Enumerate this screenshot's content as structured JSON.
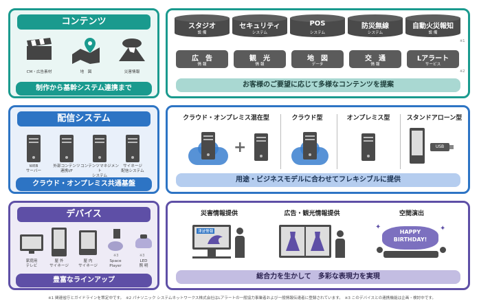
{
  "contents": {
    "title": "コンテンツ",
    "icons": [
      {
        "label": "CM・広告素材",
        "icon": "clapperboard-icon"
      },
      {
        "label": "地　図",
        "icon": "map-pin-icon"
      },
      {
        "label": "災害情報",
        "icon": "volcano-icon"
      }
    ],
    "bar": "制作から基幹システム連携まで",
    "cylinders": [
      {
        "t1": "スタジオ",
        "t2": "設 備"
      },
      {
        "t1": "セキュリティ",
        "t2": "システム"
      },
      {
        "t1": "POS",
        "t2": "システム"
      },
      {
        "t1": "防災無線",
        "t2": "システム"
      },
      {
        "t1": "自動火災報知",
        "t2": "設 備"
      }
    ],
    "tiles": [
      {
        "t1": "広　告",
        "t2": "情 報"
      },
      {
        "t1": "観　光",
        "t2": "情 報"
      },
      {
        "t1": "地　図",
        "t2": "データ"
      },
      {
        "t1": "交　通",
        "t2": "情 報"
      },
      {
        "t1": "Lアラート",
        "t2": "サービス"
      }
    ],
    "note1": "※1",
    "note2": "※2",
    "proposal": "お客様のご要望に応じて多様なコンテンツを提案"
  },
  "delivery": {
    "title": "配信システム",
    "servers": [
      {
        "label1": "WEB",
        "label2": "サーバー"
      },
      {
        "label1": "外部コンテンツ",
        "label2": "連携I/F"
      },
      {
        "label1": "コンテンツマネジメント",
        "label2": "システム"
      },
      {
        "label1": "サイネージ",
        "label2": "配信システム"
      }
    ],
    "bar": "クラウド・オンプレミス共通基盤",
    "types": [
      "クラウド・オンプレミス混在型",
      "クラウド型",
      "オンプレミス型",
      "スタンドアローン型"
    ],
    "plus": "+",
    "usb": "USB",
    "proposal": "用途・ビジネスモデルに合わせてフレキシブルに提供"
  },
  "device": {
    "title": "デバイス",
    "items": [
      {
        "label1": "家庭用",
        "label2": "テレビ"
      },
      {
        "label1": "屋 外",
        "label2": "サイネージ"
      },
      {
        "label1": "屋 内",
        "label2": "サイネージ"
      },
      {
        "label1": "Space",
        "label2": "Player"
      },
      {
        "label1": "LED",
        "label2": "照 明"
      }
    ],
    "note3a": "※3",
    "note3b": "※3",
    "bar": "豊富なラインアップ",
    "cases": [
      "災害情報提供",
      "広告・観光情報提供",
      "空間演出"
    ],
    "warning": "津波警報",
    "birthday1": "HAPPY",
    "birthday2": "BIRTHDAY!",
    "proposal": "総合力を生かして　多彩な表現力を実現"
  },
  "footnote": "※1 関連省庁とガイドラインを策定中です。　※2 パナソニック システムネットワークス株式会社はLアラートの一般協力事業者および一般情報伝達者に登録されています。　※3 このデバイスとの連携機能は企画・検討中です。",
  "colors": {
    "teal": "#1a9a8e",
    "blue": "#2d74c4",
    "purple": "#5e4fa6",
    "dark": "#4a4a4a"
  }
}
